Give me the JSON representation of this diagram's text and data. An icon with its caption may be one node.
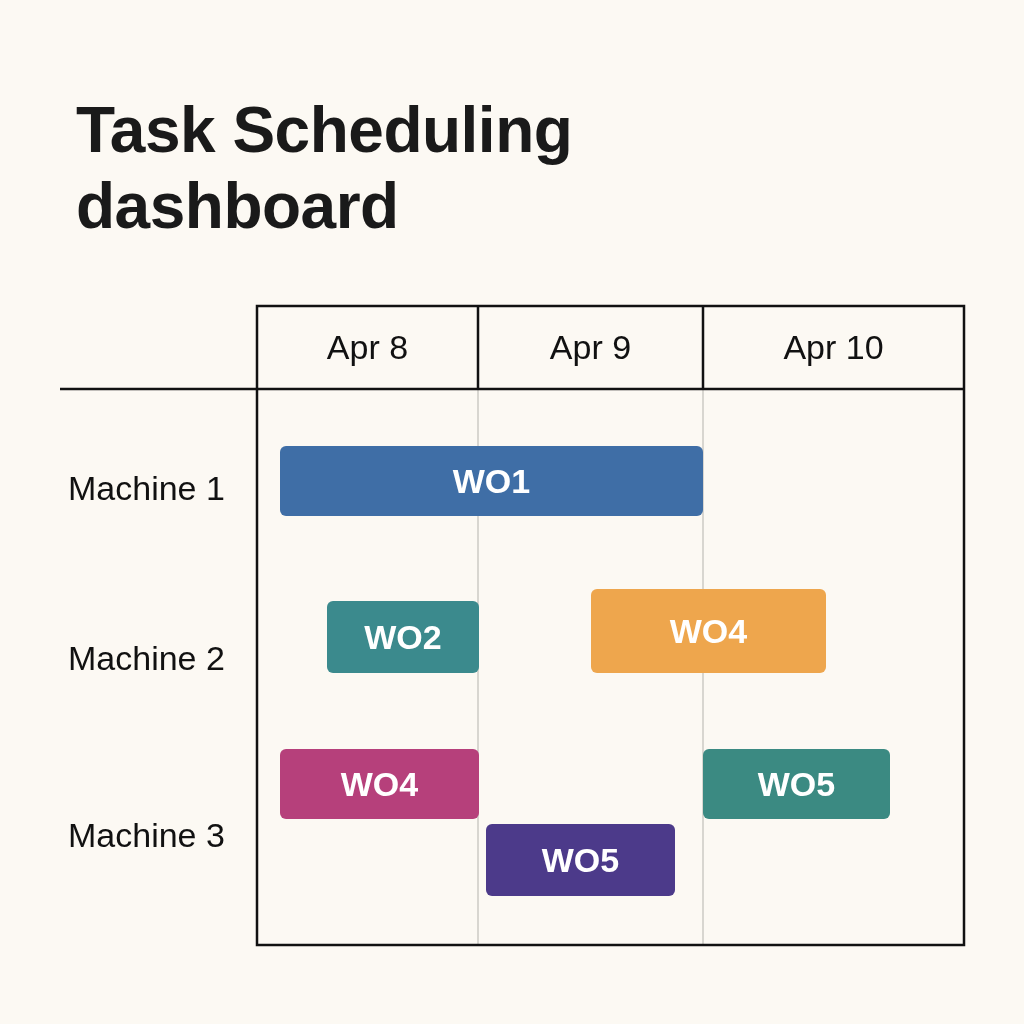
{
  "diagram": {
    "title": "Task Scheduling dashboard",
    "nodes": [
      {
        "text": [
          "WO1"
        ]
      },
      {
        "text": [
          "WO2"
        ]
      },
      {
        "text": [
          "WO4"
        ]
      },
      {
        "text": [
          "WO4"
        ]
      },
      {
        "text": [
          "WO5"
        ]
      },
      {
        "text": [
          "WO5"
        ]
      }
    ],
    "labels": [
      "Apr 8",
      "Apr 9",
      "Apr 10",
      "Machine 1",
      "Machine 2",
      "Machine 3"
    ]
  }
}
